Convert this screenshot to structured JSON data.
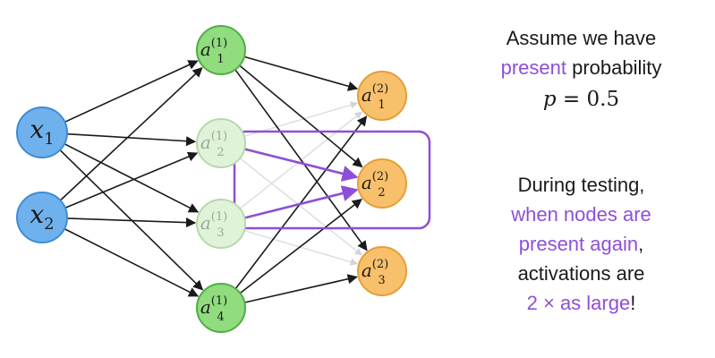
{
  "colors": {
    "input_fill": "#6fb1ec",
    "input_stroke": "#3d8cd8",
    "hidden_fill": "#90dc7e",
    "hidden_stroke": "#4fae45",
    "dropped_fill": "#dff3d9",
    "dropped_stroke": "#b6d8ad",
    "output_fill": "#f8c06a",
    "output_stroke": "#e39f3a",
    "highlight": "#8e4fd6",
    "edge": "#1a1a1a",
    "faint_edge": "#dcdcdc"
  },
  "nodes": {
    "input": [
      {
        "name": "x",
        "sub": "1"
      },
      {
        "name": "x",
        "sub": "2"
      }
    ],
    "hidden": [
      {
        "name": "a",
        "sub": "1",
        "sup": "(1)",
        "dropped": false
      },
      {
        "name": "a",
        "sub": "2",
        "sup": "(1)",
        "dropped": true
      },
      {
        "name": "a",
        "sub": "3",
        "sup": "(1)",
        "dropped": true
      },
      {
        "name": "a",
        "sub": "4",
        "sup": "(1)",
        "dropped": false
      }
    ],
    "output": [
      {
        "name": "a",
        "sub": "1",
        "sup": "(2)"
      },
      {
        "name": "a",
        "sub": "2",
        "sup": "(2)"
      },
      {
        "name": "a",
        "sub": "3",
        "sup": "(2)"
      }
    ]
  },
  "text": {
    "assume_line1": "Assume we have",
    "assume_word_present": "present",
    "assume_word_probability": " probability",
    "p_symbol": "p",
    "p_equals": " = 0.5",
    "testing_line1": "During testing,",
    "testing_line2": "when nodes are",
    "testing_line3_highlight": "present again",
    "testing_line3_rest": ",",
    "testing_line4": "activations are",
    "testing_line5_highlight": "2 × as large",
    "testing_line5_rest": "!"
  }
}
